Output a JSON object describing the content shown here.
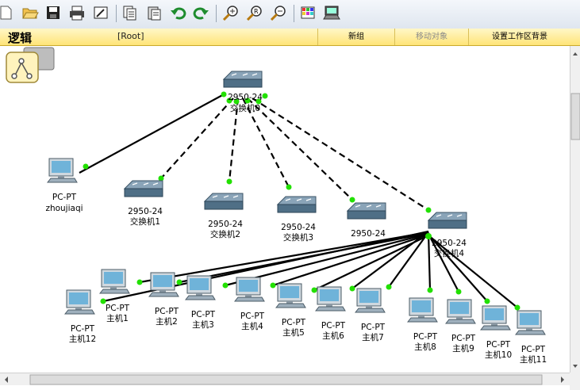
{
  "toolbar": {
    "icons": [
      "new-icon",
      "open-icon",
      "save-icon",
      "print-icon",
      "wizard-icon",
      "copy-icon",
      "paste-icon",
      "undo-icon",
      "redo-icon",
      "zoom-in-icon",
      "zoom-reset-icon",
      "zoom-out-icon",
      "palette-icon",
      "device-dialog-icon"
    ]
  },
  "modebar": {
    "mode": "逻辑",
    "path": "[Root]",
    "new_cluster": "新组",
    "move_object": "移动对象",
    "set_background": "设置工作区背景"
  },
  "colors": {
    "link_up": "#22e000",
    "modebar_bg": "#ffe98a",
    "toolbar_bg": "#e6ecf3"
  },
  "topology": {
    "core_switch": {
      "model": "2950-24",
      "name": "交换机0"
    },
    "access_switches": [
      {
        "model": "2950-24",
        "name": "交换机1"
      },
      {
        "model": "2950-24",
        "name": "交换机2"
      },
      {
        "model": "2950-24",
        "name": "交换机3"
      },
      {
        "model": "2950-24",
        "name": ""
      },
      {
        "model": "2950-24",
        "name": "交换机4"
      }
    ],
    "server_pc": {
      "model": "PC-PT",
      "name": "zhoujiaqi"
    },
    "hosts": [
      {
        "model": "PC-PT",
        "name": "主机1"
      },
      {
        "model": "PC-PT",
        "name": "主机2"
      },
      {
        "model": "PC-PT",
        "name": "主机3"
      },
      {
        "model": "PC-PT",
        "name": "主机4"
      },
      {
        "model": "PC-PT",
        "name": "主机5"
      },
      {
        "model": "PC-PT",
        "name": "主机6"
      },
      {
        "model": "PC-PT",
        "name": "主机7"
      },
      {
        "model": "PC-PT",
        "name": "主机8"
      },
      {
        "model": "PC-PT",
        "name": "主机9"
      },
      {
        "model": "PC-PT",
        "name": "主机10"
      },
      {
        "model": "PC-PT",
        "name": "主机11"
      },
      {
        "model": "PC-PT",
        "name": "主机12"
      }
    ]
  }
}
